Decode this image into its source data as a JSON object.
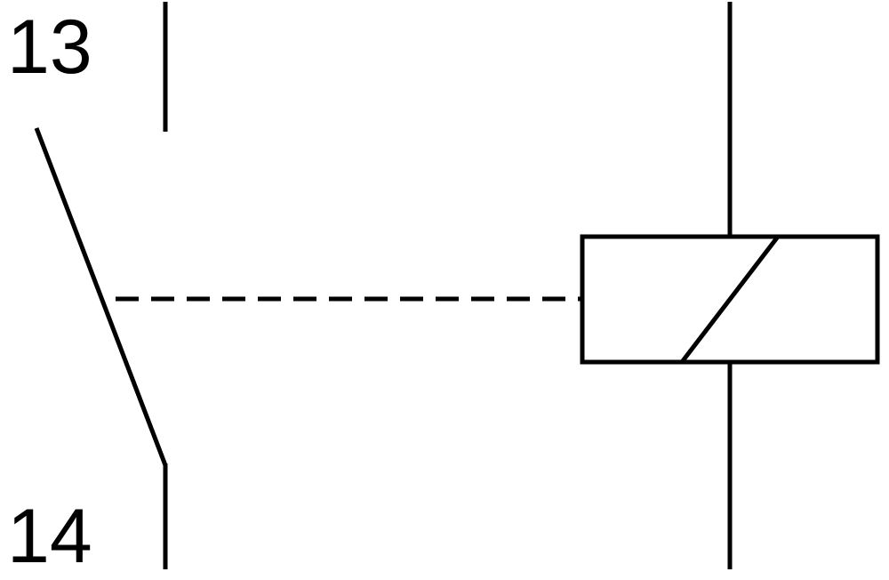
{
  "terminals": {
    "top": "13",
    "bottom": "14"
  },
  "components": {
    "contact": "normally-open-contact",
    "coil": "relay-coil"
  },
  "colors": {
    "line": "#000000",
    "background": "#ffffff"
  }
}
